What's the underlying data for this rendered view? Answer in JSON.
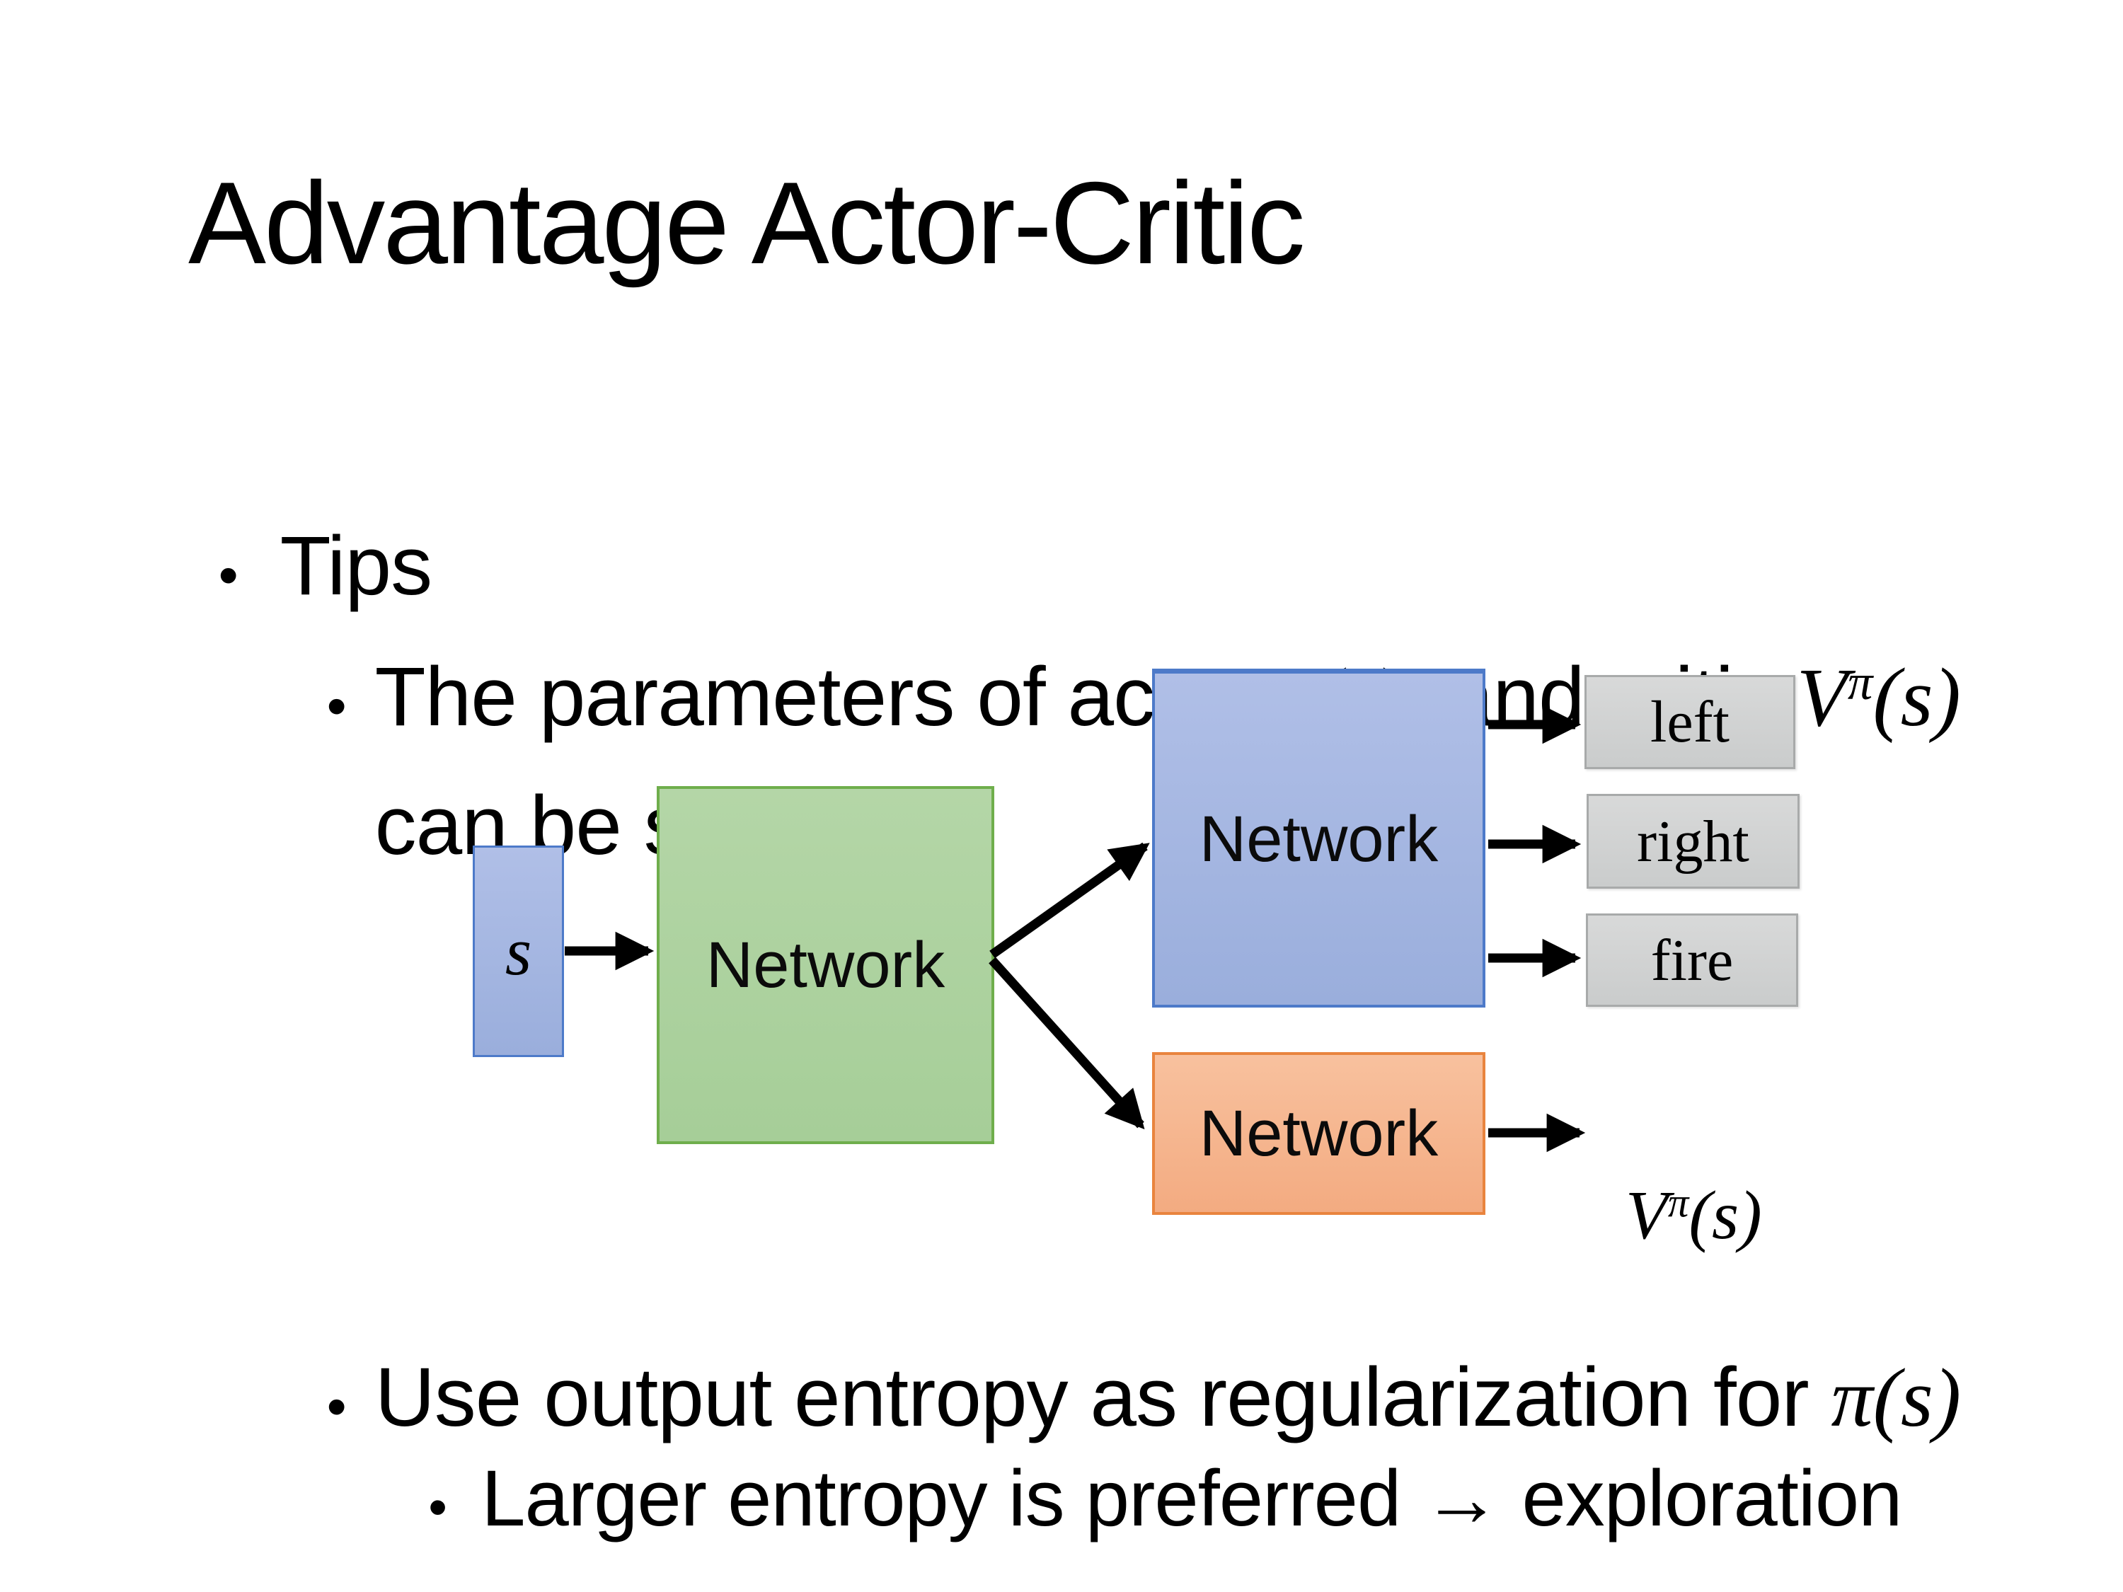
{
  "colors": {
    "background": "#ffffff",
    "text": "#000000",
    "blue_fill_top": "#b0bfe7",
    "blue_fill_bottom": "#9aaedc",
    "blue_border": "#4d7ac9",
    "green_fill_top": "#b4d6a7",
    "green_fill_bottom": "#a6ce98",
    "green_border": "#6fae4c",
    "orange_fill_top": "#f8c19e",
    "orange_fill_bottom": "#f3ab81",
    "orange_border": "#e9843e",
    "gray_fill_top": "#d8d9d9",
    "gray_fill_bottom": "#cacccc",
    "gray_border": "#a8aaaa",
    "arrow": "#000000"
  },
  "slide": {
    "title": "Advantage Actor-Critic",
    "bullet_char": "•",
    "bullets": {
      "tips": "Tips",
      "param": {
        "pre": "The parameters of actor ",
        "math_actor": "π(s)",
        "mid": "  and critic ",
        "critic_base": "V",
        "critic_sup": "π",
        "critic_args": "(s)",
        "line2": "can be shared"
      },
      "entropy": {
        "pre": "Use output entropy as regularization for ",
        "math": "π(s)"
      },
      "exploration": "Larger entropy is preferred → exploration"
    }
  },
  "diagram": {
    "state_label": "s",
    "shared_network_label": "Network",
    "actor_network_label": "Network",
    "critic_network_label": "Network",
    "action_outputs": [
      "left",
      "right",
      "fire"
    ],
    "value_output": {
      "base": "V",
      "sup": "π",
      "args": "(s)"
    }
  }
}
